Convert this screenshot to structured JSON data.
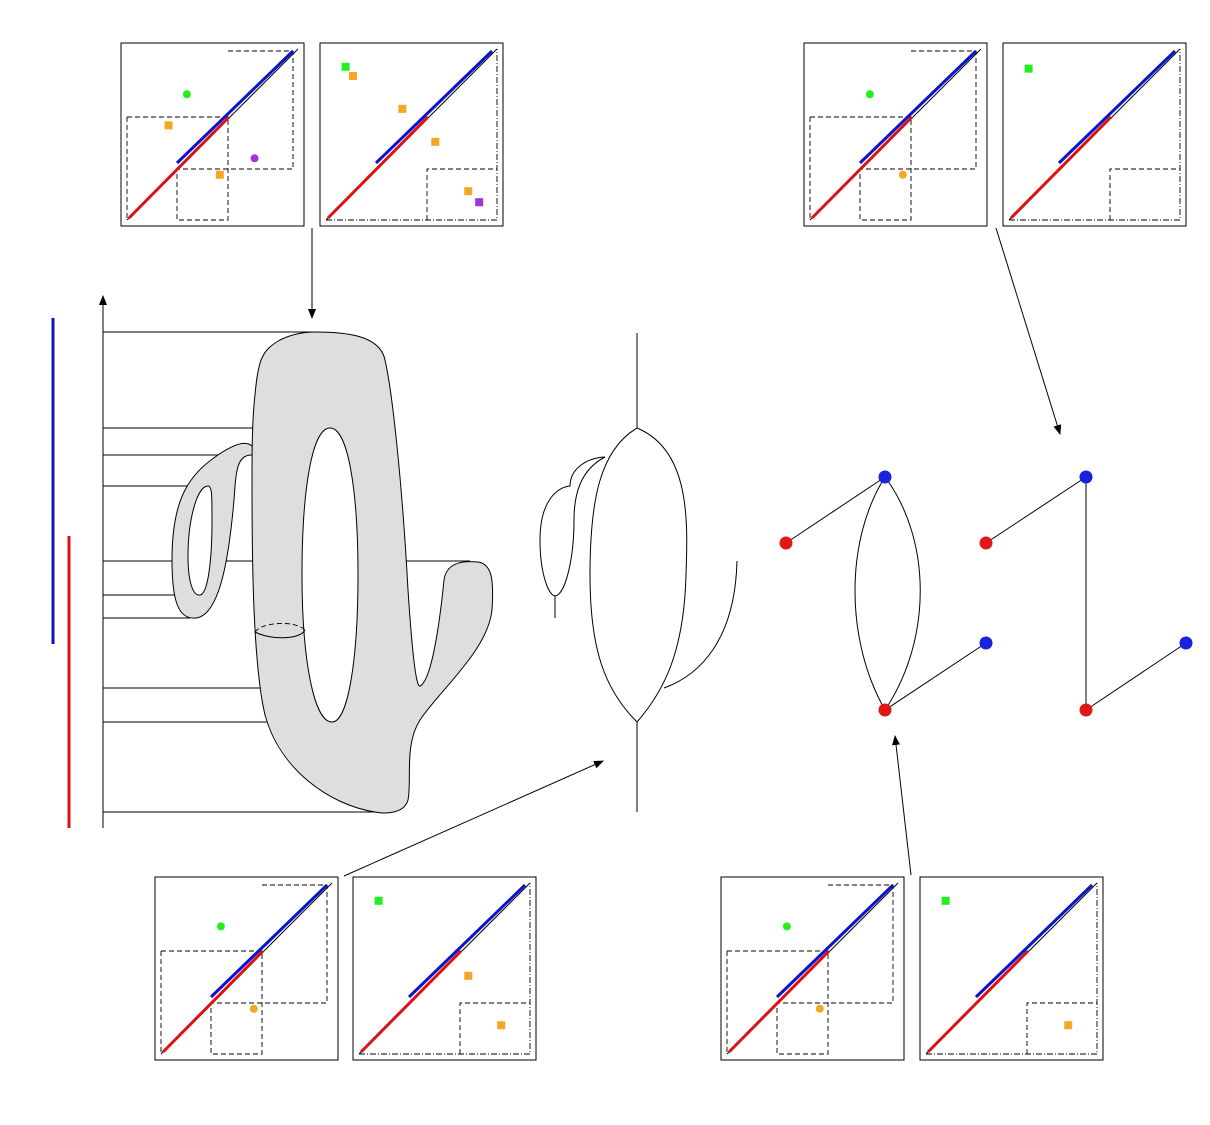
{
  "colors": {
    "red": "#dd1111",
    "blue": "#0a14cc",
    "green": "#22ee22",
    "orange": "#f5a623",
    "purple": "#a030e0",
    "surface": "#dedede",
    "node_red": "#e01818",
    "node_blue": "#1a22dd"
  },
  "panel_groups": [
    {
      "id": "top-left",
      "panels": [
        {
          "type": "fullbox",
          "points": [
            {
              "shape": "circle",
              "color": "green",
              "x": 0.36,
              "y": 0.28
            },
            {
              "shape": "square",
              "color": "orange",
              "x": 0.26,
              "y": 0.45
            },
            {
              "shape": "circle",
              "color": "purple",
              "x": 0.73,
              "y": 0.63
            },
            {
              "shape": "square",
              "color": "orange",
              "x": 0.54,
              "y": 0.72
            }
          ]
        },
        {
          "type": "cornerbox",
          "points": [
            {
              "shape": "square",
              "color": "green",
              "x": 0.14,
              "y": 0.13
            },
            {
              "shape": "square",
              "color": "orange",
              "x": 0.18,
              "y": 0.18
            },
            {
              "shape": "square",
              "color": "orange",
              "x": 0.45,
              "y": 0.36
            },
            {
              "shape": "square",
              "color": "orange",
              "x": 0.63,
              "y": 0.54
            },
            {
              "shape": "square",
              "color": "orange",
              "x": 0.81,
              "y": 0.81
            },
            {
              "shape": "square",
              "color": "purple",
              "x": 0.87,
              "y": 0.87
            }
          ]
        }
      ]
    },
    {
      "id": "top-right",
      "panels": [
        {
          "type": "fullbox",
          "points": [
            {
              "shape": "circle",
              "color": "green",
              "x": 0.36,
              "y": 0.28
            },
            {
              "shape": "circle",
              "color": "orange",
              "x": 0.54,
              "y": 0.72
            }
          ]
        },
        {
          "type": "cornerbox",
          "points": [
            {
              "shape": "square",
              "color": "green",
              "x": 0.14,
              "y": 0.14
            }
          ]
        }
      ]
    },
    {
      "id": "bottom-left",
      "panels": [
        {
          "type": "fullbox",
          "points": [
            {
              "shape": "circle",
              "color": "green",
              "x": 0.36,
              "y": 0.27
            },
            {
              "shape": "circle",
              "color": "orange",
              "x": 0.54,
              "y": 0.72
            }
          ]
        },
        {
          "type": "cornerbox",
          "points": [
            {
              "shape": "square",
              "color": "green",
              "x": 0.14,
              "y": 0.13
            },
            {
              "shape": "square",
              "color": "orange",
              "x": 0.63,
              "y": 0.54
            },
            {
              "shape": "square",
              "color": "orange",
              "x": 0.81,
              "y": 0.81
            }
          ]
        }
      ]
    },
    {
      "id": "bottom-right",
      "panels": [
        {
          "type": "fullbox",
          "points": [
            {
              "shape": "circle",
              "color": "green",
              "x": 0.36,
              "y": 0.27
            },
            {
              "shape": "circle",
              "color": "orange",
              "x": 0.54,
              "y": 0.72
            }
          ]
        },
        {
          "type": "cornerbox",
          "points": [
            {
              "shape": "square",
              "color": "green",
              "x": 0.14,
              "y": 0.13
            },
            {
              "shape": "square",
              "color": "orange",
              "x": 0.81,
              "y": 0.81
            }
          ]
        }
      ]
    }
  ],
  "graphs": [
    {
      "id": "graph-with-cycle",
      "nodes": [
        {
          "id": "a",
          "color": "node_red"
        },
        {
          "id": "b",
          "color": "node_blue"
        },
        {
          "id": "c",
          "color": "node_red"
        },
        {
          "id": "d",
          "color": "node_blue"
        }
      ],
      "edges": [
        [
          "a",
          "b"
        ],
        [
          "b",
          "c",
          "arc-left"
        ],
        [
          "b",
          "c",
          "arc-right"
        ],
        [
          "c",
          "d"
        ]
      ]
    },
    {
      "id": "graph-tree",
      "nodes": [
        {
          "id": "a",
          "color": "node_red"
        },
        {
          "id": "b",
          "color": "node_blue"
        },
        {
          "id": "c",
          "color": "node_red"
        },
        {
          "id": "d",
          "color": "node_blue"
        }
      ],
      "edges": [
        [
          "a",
          "b"
        ],
        [
          "b",
          "c"
        ],
        [
          "c",
          "d"
        ]
      ]
    }
  ]
}
